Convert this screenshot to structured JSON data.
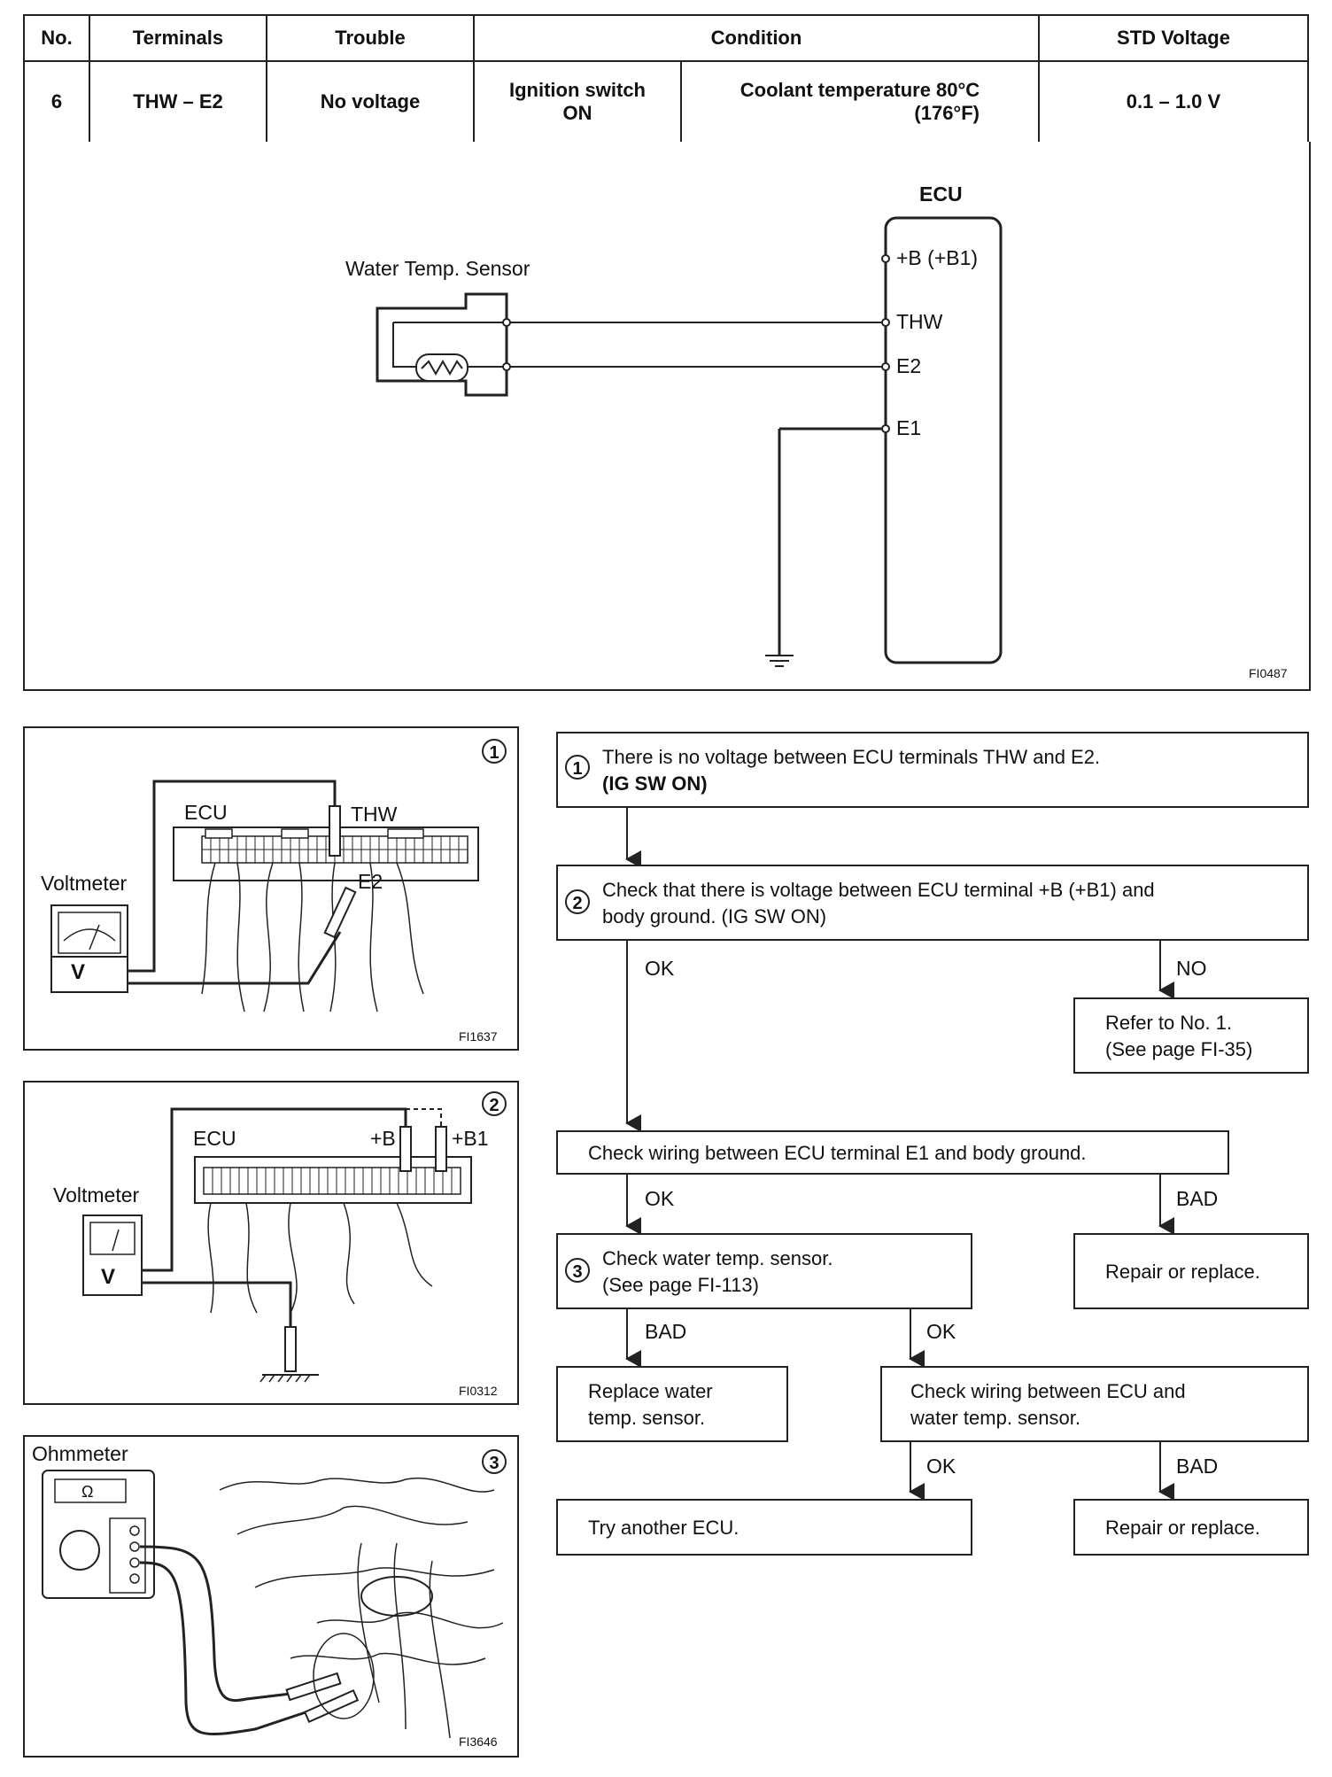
{
  "spec_table": {
    "headers": {
      "no": "No.",
      "terminals": "Terminals",
      "trouble": "Trouble",
      "condition": "Condition",
      "std_voltage": "STD Voltage"
    },
    "row": {
      "no": "6",
      "terminals": "THW – E2",
      "trouble": "No voltage",
      "condition_1a": "Ignition switch",
      "condition_1b": "ON",
      "condition_2a": "Coolant temperature 80°C",
      "condition_2b": "(176°F)",
      "std_voltage": "0.1 – 1.0 V"
    }
  },
  "circuit": {
    "ecu_label": "ECU",
    "sensor_label": "Water Temp. Sensor",
    "terminals": [
      "+B (+B1)",
      "THW",
      "E2",
      "E1"
    ],
    "figure_code": "FI0487"
  },
  "fig1": {
    "number": "1",
    "ecu": "ECU",
    "thw": "THW",
    "e2": "E2",
    "meter": "Voltmeter",
    "v": "V",
    "code": "FI1637"
  },
  "fig2": {
    "number": "2",
    "ecu": "ECU",
    "b": "+B",
    "b1": "+B1",
    "meter": "Voltmeter",
    "v": "V",
    "code": "FI0312"
  },
  "fig3": {
    "number": "3",
    "meter": "Ohmmeter",
    "omega": "Ω",
    "code": "FI3646"
  },
  "flow": {
    "step1_num": "1",
    "step1_line1": "There is no voltage between ECU terminals THW and E2.",
    "step1_line2": "(IG SW ON)",
    "step2_num": "2",
    "step2_line1": "Check that there is voltage between ECU terminal +B (+B1) and",
    "step2_line2": "body ground. (IG SW ON)",
    "ok1": "OK",
    "no1": "NO",
    "refer_line1": "Refer to No. 1.",
    "refer_line2": "(See page FI-35)",
    "check_e1": "Check wiring between ECU terminal E1 and body ground.",
    "ok2": "OK",
    "bad1": "BAD",
    "repair1": "Repair or replace.",
    "step3_num": "3",
    "step3_line1": "Check water temp. sensor.",
    "step3_line2": "(See page FI-113)",
    "bad2": "BAD",
    "ok3": "OK",
    "replace_line1": "Replace water",
    "replace_line2": "temp. sensor.",
    "check_wiring_line1": "Check wiring between ECU and",
    "check_wiring_line2": "water temp. sensor.",
    "ok4": "OK",
    "bad3": "BAD",
    "try_ecu": "Try another ECU.",
    "repair2": "Repair or replace."
  }
}
